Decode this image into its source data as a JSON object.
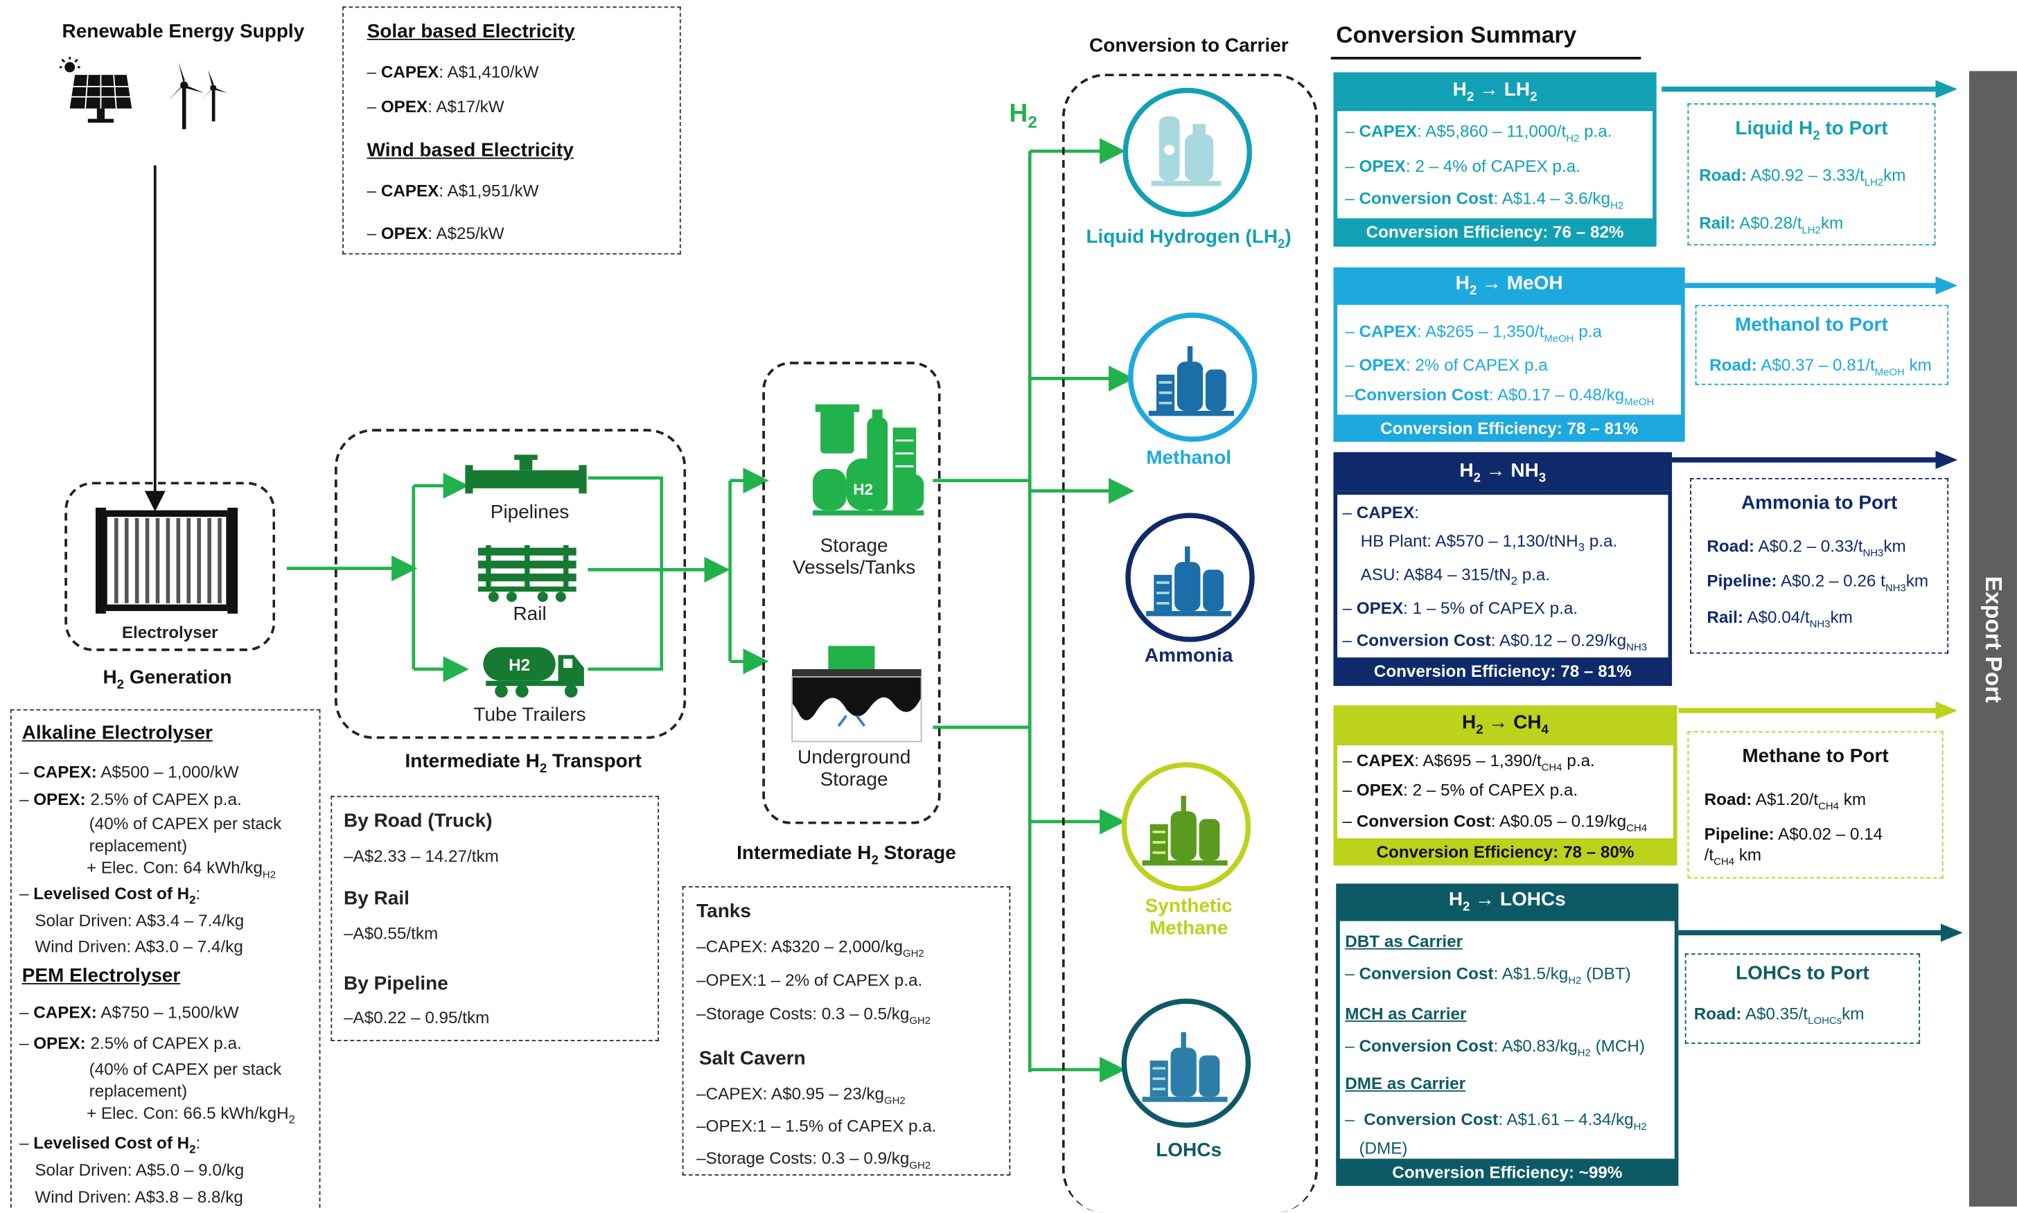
{
  "renewable": {
    "title": "Renewable Energy Supply"
  },
  "solar_wind": {
    "solar_title": "Solar based Electricity",
    "solar_capex_k": "CAPEX",
    "solar_capex_v": ": A$1,410/kW",
    "solar_opex_k": "OPEX",
    "solar_opex_v": ": A$17/kW",
    "wind_title": "Wind based Electricity",
    "wind_capex_k": "CAPEX",
    "wind_capex_v": ": A$1,951/kW",
    "wind_opex_k": "OPEX",
    "wind_opex_v": ": A$25/kW"
  },
  "generation": {
    "electrolyser_label": "Electrolyser",
    "title_a": "H",
    "title_sub": "2",
    "title_b": " Generation"
  },
  "electrolysers": {
    "alk_title": "Alkaline Electrolyser",
    "alk_capex_k": "CAPEX:",
    "alk_capex_v": " A$500 – 1,000/kW",
    "alk_opex_k": "OPEX:",
    "alk_opex_v": " 2.5% of CAPEX p.a.",
    "alk_note": "(40% of CAPEX per stack replacement)",
    "alk_elec": "+ Elec. Con: 64 kWh/kg",
    "alk_elec_sub": "H2",
    "alk_lcoh_k": "Levelised Cost of H",
    "alk_lcoh_sub": "2",
    "alk_lcoh_end": ":",
    "alk_solar": "Solar Driven: A$3.4 – 7.4/kg",
    "alk_wind": "Wind Driven: A$3.0 – 7.4/kg",
    "pem_title": "PEM Electrolyser",
    "pem_capex_k": "CAPEX:",
    "pem_capex_v": " A$750 – 1,500/kW",
    "pem_opex_k": "OPEX:",
    "pem_opex_v": " 2.5% of CAPEX p.a.",
    "pem_note": "(40% of CAPEX per stack replacement)",
    "pem_elec": "+ Elec. Con: 66.5 kWh/kgH",
    "pem_elec_sub": "2",
    "pem_lcoh_k": "Levelised Cost of H",
    "pem_lcoh_sub": "2",
    "pem_lcoh_end": ":",
    "pem_solar": "Solar Driven: A$5.0 – 9.0/kg",
    "pem_wind": "Wind Driven: A$3.8 – 8.8/kg"
  },
  "transport": {
    "pipelines": "Pipelines",
    "rail": "Rail",
    "tube": "Tube Trailers",
    "trailer_text": "H2",
    "title_a": "Intermediate H",
    "title_sub": "2",
    "title_b": " Transport",
    "road_title": "By Road (Truck)",
    "road_v": "A$2.33 – 14.27/tkm",
    "rail_title": "By Rail",
    "rail_v": "A$0.55/tkm",
    "pipe_title": "By Pipeline",
    "pipe_v": "A$0.22 – 0.95/tkm"
  },
  "storage": {
    "vessels_a": "Storage",
    "vessels_b": "Vessels/Tanks",
    "under_a": "Underground",
    "under_b": "Storage",
    "tank_text": "H2",
    "title_a": "Intermediate H",
    "title_sub": "2",
    "title_b": " Storage",
    "tanks_title": "Tanks",
    "tanks_capex": "CAPEX: A$320 – 2,000/kg",
    "tanks_capex_sub": "GH2",
    "tanks_opex": "OPEX:1 – 2% of CAPEX p.a.",
    "tanks_cost": "Storage Costs: 0.3 – 0.5/kg",
    "tanks_cost_sub": "GH2",
    "salt_title": "Salt Cavern",
    "salt_capex": "CAPEX: A$0.95 – 23/kg",
    "salt_capex_sub": "GH2",
    "salt_opex": "OPEX:1 – 1.5% of CAPEX p.a.",
    "salt_cost": "Storage Costs: 0.3 – 0.9/kg",
    "salt_cost_sub": "GH2"
  },
  "carrier": {
    "title": "Conversion to Carrier",
    "h2_a": "H",
    "h2_sub": "2",
    "lh2_a": "Liquid Hydrogen (LH",
    "lh2_sub": "2",
    "lh2_b": ")",
    "methanol": "Methanol",
    "ammonia": "Ammonia",
    "synth_a": "Synthetic",
    "synth_b": "Methane",
    "lohcs": "LOHCs"
  },
  "summary": {
    "title": "Conversion Summary",
    "lh2": {
      "hdr_a": "H",
      "hdr_s": "2",
      "hdr_b": " → LH",
      "hdr_s2": "2",
      "capex_k": "CAPEX",
      "capex_v": ": A$5,860 – 11,000/t",
      "capex_sub": "H2",
      "capex_end": " p.a.",
      "opex_k": "OPEX",
      "opex_v": ": 2 – 4% of CAPEX p.a.",
      "cost_k": "Conversion Cost",
      "cost_v": ": A$1.4 – 3.6/kg",
      "cost_sub": "H2",
      "eff": "Conversion Efficiency: 76 – 82%"
    },
    "meoh": {
      "hdr_a": "H",
      "hdr_s": "2",
      "hdr_b": " → MeOH",
      "capex_k": "CAPEX",
      "capex_v": ": A$265 – 1,350/t",
      "capex_sub": "MeOH",
      "capex_end": " p.a",
      "opex_k": "OPEX",
      "opex_v": ": 2% of CAPEX p.a",
      "cost_k": "Conversion Cost",
      "cost_v": ": A$0.17 – 0.48/kg",
      "cost_sub": "MeOH",
      "eff": "Conversion Efficiency: 78 – 81%"
    },
    "nh3": {
      "hdr_a": "H",
      "hdr_s": "2",
      "hdr_b": " → NH",
      "hdr_s2": "3",
      "capex_k": "CAPEX",
      "hb_a": "HB Plant: A$570 – 1,130/tNH",
      "hb_sub": "3",
      "hb_b": " p.a.",
      "asu_a": "ASU: A$84 – 315/tN",
      "asu_sub": "2",
      "asu_b": " p.a.",
      "opex_k": "OPEX",
      "opex_v": ": 1 – 5% of CAPEX p.a.",
      "cost_k": "Conversion Cost",
      "cost_v": ": A$0.12 – 0.29/kg",
      "cost_sub": "NH3",
      "eff": "Conversion Efficiency: 78 – 81%"
    },
    "ch4": {
      "hdr_a": "H",
      "hdr_s": "2",
      "hdr_b": " → CH",
      "hdr_s2": "4",
      "capex_k": "CAPEX",
      "capex_v": ": A$695 – 1,390/t",
      "capex_sub": "CH4",
      "capex_end": " p.a.",
      "opex_k": "OPEX",
      "opex_v": ": 2 – 5% of CAPEX p.a.",
      "cost_k": "Conversion Cost",
      "cost_v": ": A$0.05 – 0.19/kg",
      "cost_sub": "CH4",
      "eff": "Conversion Efficiency: 78 – 80%"
    },
    "lohc": {
      "hdr_a": "H",
      "hdr_s": "2",
      "hdr_b": " → LOHCs",
      "dbt_t": "DBT as Carrier",
      "dbt_k": "Conversion Cost",
      "dbt_v": ": A$1.5/kg",
      "dbt_sub": "H2",
      "dbt_end": " (DBT)",
      "mch_t": "MCH as Carrier",
      "mch_k": "Conversion Cost",
      "mch_v": ": A$0.83/kg",
      "mch_sub": "H2",
      "mch_end": " (MCH)",
      "dme_t": "DME as Carrier",
      "dme_k": "Conversion Cost",
      "dme_v": ": A$1.61 – 4.34/kg",
      "dme_sub": "H2",
      "dme_end": "(DME)",
      "eff": "Conversion Efficiency: ~99%"
    }
  },
  "port": {
    "label": "Export Port",
    "lh2": {
      "title": "Liquid H",
      "title_sub": "2",
      "title_b": " to Port",
      "road_k": "Road:",
      "road_v": " A$0.92 – 3.33/t",
      "road_sub": "LH2",
      "road_end": "km",
      "rail_k": "Rail:",
      "rail_v": " A$0.28/t",
      "rail_sub": "LH2",
      "rail_end": "km"
    },
    "meoh": {
      "title": "Methanol to Port",
      "road_k": "Road:",
      "road_v": " A$0.37 – 0.81/t",
      "road_sub": "MeOH",
      "road_end": " km"
    },
    "nh3": {
      "title": "Ammonia to Port",
      "road_k": "Road:",
      "road_v": " A$0.2 – 0.33/t",
      "road_sub": "NH3",
      "road_end": "km",
      "pipe_k": "Pipeline:",
      "pipe_v": " A$0.2 – 0.26 t",
      "pipe_sub": "NH3",
      "pipe_end": "km",
      "rail_k": "Rail:",
      "rail_v": " A$0.04/t",
      "rail_sub": "NH3",
      "rail_end": "km"
    },
    "ch4": {
      "title": "Methane to Port",
      "road_k": "Road:",
      "road_v": " A$1.20/t",
      "road_sub": "CH4",
      "road_end": " km",
      "pipe_k": "Pipeline:",
      "pipe_v": " A$0.02 – 0.14",
      "pipe_b": "/t",
      "pipe_sub": "CH4",
      "pipe_end": " km"
    },
    "lohc": {
      "title": "LOHCs to Port",
      "road_k": "Road:",
      "road_v": " A$0.35/t",
      "road_sub": "LOHCs",
      "road_end": "km"
    }
  },
  "colors": {
    "green": "#22b24c",
    "lh2": "#12a0b4",
    "meoh": "#1ea9de",
    "nh3": "#0e2a6b",
    "ch4": "#bcd21c",
    "lohc": "#0d5a66",
    "port": "#5f5f5f"
  }
}
